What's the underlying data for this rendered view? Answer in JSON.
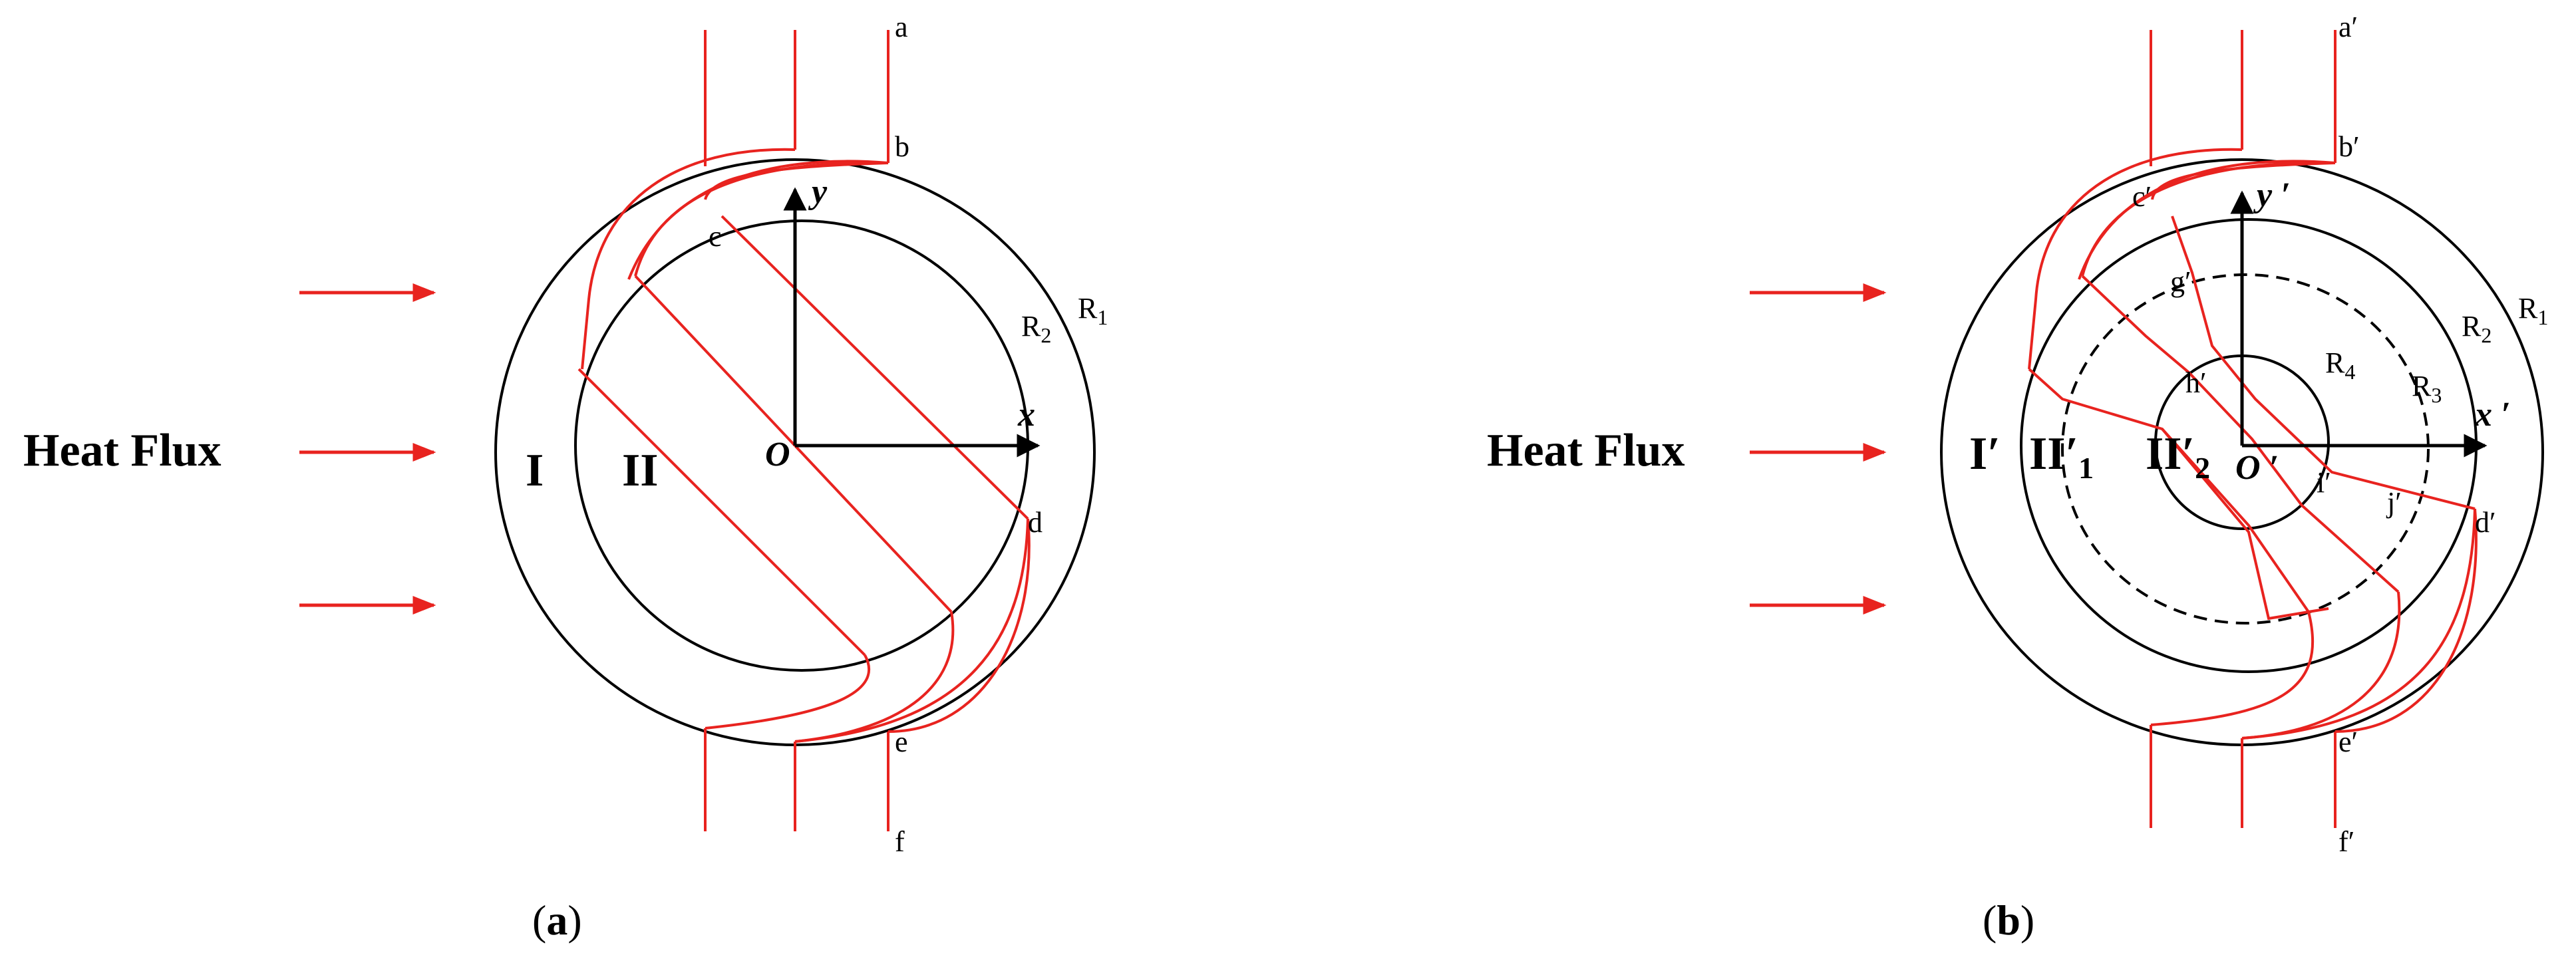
{
  "colors": {
    "flow": "#e8231f",
    "ink": "#000000",
    "background": "#ffffff"
  },
  "panel_a": {
    "heat_flux": "Heat  Flux",
    "zone_outer": "I",
    "zone_inner": "II",
    "axis_x": "x",
    "axis_y": "y",
    "origin": "O",
    "radius_outer": "R",
    "radius_outer_sub": "1",
    "radius_inner": "R",
    "radius_inner_sub": "2",
    "points": {
      "a": "a",
      "b": "b",
      "c": "c",
      "d": "d",
      "e": "e",
      "f": "f"
    },
    "caption_open": "(",
    "caption_letter": "a",
    "caption_close": ")"
  },
  "panel_b": {
    "heat_flux": "Heat Flux",
    "zone_outer": "I′",
    "zone_mid": "II′",
    "zone_mid_sub": "1",
    "zone_inner": "II′",
    "zone_inner_sub": "2",
    "axis_x": "x ′",
    "axis_y": "y ′",
    "origin": "O ′",
    "radius_1": "R",
    "radius_1_sub": "1",
    "radius_2": "R",
    "radius_2_sub": "2",
    "radius_3": "R",
    "radius_3_sub": "3",
    "radius_4": "R",
    "radius_4_sub": "4",
    "points": {
      "a": "a′",
      "b": "b′",
      "c": "c′",
      "d": "d′",
      "e": "e′",
      "f": "f′",
      "g": "g′",
      "h": "h′",
      "i": "i′",
      "j": "j′"
    },
    "caption_open": "(",
    "caption_letter": "b",
    "caption_close": ")"
  }
}
